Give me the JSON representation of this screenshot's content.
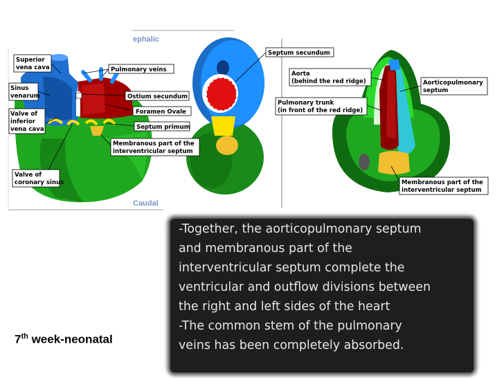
{
  "left_panel": {
    "direction_top": "ephalic",
    "direction_bottom": "Caudal",
    "labels": {
      "superior_vena_cava": [
        "Superior",
        "vena cava"
      ],
      "sinus_venarum": [
        "Sinus",
        "venarum"
      ],
      "valve_ivc": [
        "Valve of",
        "inferior",
        "vena cava"
      ],
      "valve_coronary_sinus": [
        "Valve of",
        "coronary sinus"
      ],
      "pulmonary_veins": "Pulmonary veins",
      "ostium_secundum": "Ostium secundum",
      "foramen_ovale": "Foramen Ovale",
      "septum_primum": "Septum primum",
      "membranous_part": [
        "Membranous part of the",
        "interventricular septum"
      ]
    }
  },
  "middle_panel": {
    "septum_secundum": "Septum secundum"
  },
  "right_panel": {
    "aorta": [
      "Aorta",
      "(behind the red ridge)"
    ],
    "pulmonary_trunk": [
      "Pulmonary trunk",
      "(in front of the red ridge)"
    ],
    "aorticopulmonary_septum": [
      "Aorticopulmonary",
      "septum"
    ],
    "membranous_part": [
      "Membranous part of the",
      "interventricular septum"
    ]
  },
  "caption": {
    "prefix": "7",
    "superscript": "th",
    "suffix": " week-neonatal"
  },
  "text_panel": {
    "lines": [
      "-Together, the aorticopulmonary septum",
      "and membranous part of the",
      "interventricular septum complete the",
      "ventricular and outflow divisions between",
      "the right and left sides of the heart",
      "-The common stem of the pulmonary",
      "veins has been completely absorbed."
    ]
  },
  "colors": {
    "green": "#1fa81f",
    "dark_green": "#0f6b0f",
    "blue": "#1e90ff",
    "red": "#e01010",
    "dark_red": "#8b0000",
    "yellow": "#ffe000",
    "orange": "#f0c030",
    "cyan": "#30c8d8",
    "panel_bg": "#1e1e1e"
  }
}
